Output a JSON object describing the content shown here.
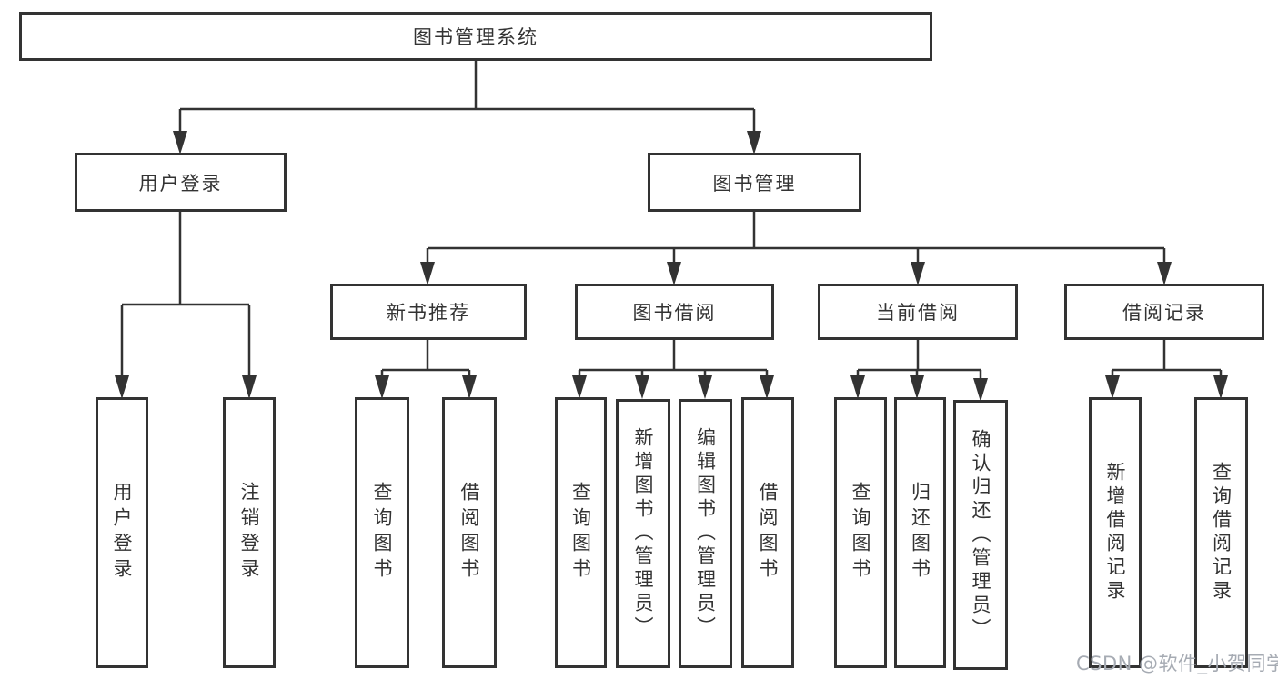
{
  "tree": {
    "root": {
      "label": "图书管理系统",
      "children": [
        {
          "label": "用户登录",
          "children": [
            {
              "label": "用户登录"
            },
            {
              "label": "注销登录"
            }
          ]
        },
        {
          "label": "图书管理",
          "children": [
            {
              "label": "新书推荐",
              "children": [
                {
                  "label": "查询图书"
                },
                {
                  "label": "借阅图书"
                }
              ]
            },
            {
              "label": "图书借阅",
              "children": [
                {
                  "label": "查询图书"
                },
                {
                  "label": "新增图书（管理员）"
                },
                {
                  "label": "编辑图书（管理员）"
                },
                {
                  "label": "借阅图书"
                }
              ]
            },
            {
              "label": "当前借阅",
              "children": [
                {
                  "label": "查询图书"
                },
                {
                  "label": "归还图书"
                },
                {
                  "label": "确认归还（管理员）"
                }
              ]
            },
            {
              "label": "借阅记录",
              "children": [
                {
                  "label": "新增借阅记录"
                },
                {
                  "label": "查询借阅记录"
                }
              ]
            }
          ]
        }
      ]
    }
  },
  "watermark": "CSDN @软件_小贺同学",
  "colors": {
    "line": "#333333",
    "text": "#333333",
    "watermark": "#a6abb3",
    "background": "#ffffff"
  }
}
